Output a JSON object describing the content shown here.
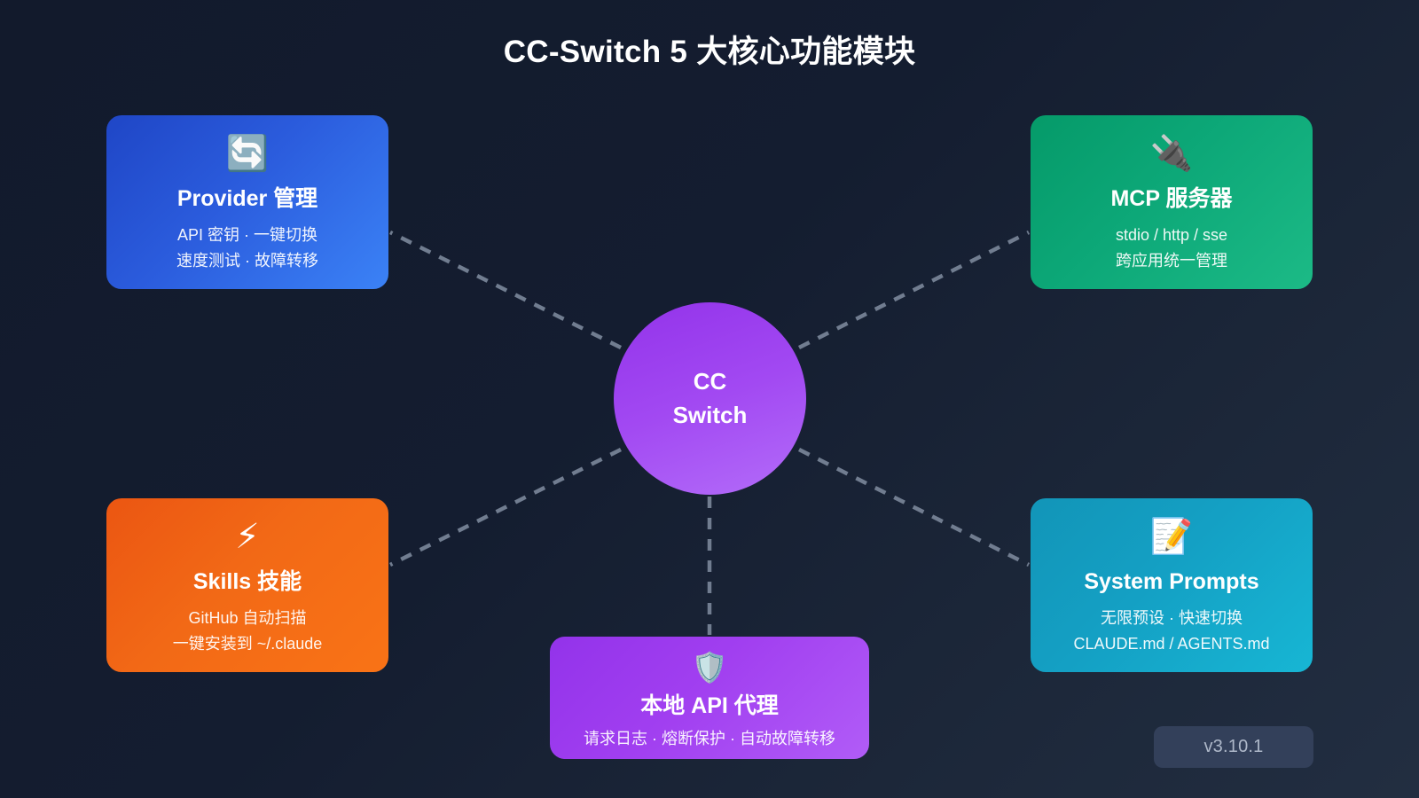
{
  "page": {
    "title": "CC-Switch 5 大核心功能模块",
    "background_color": "#131c2e",
    "connector_color": "#717d90"
  },
  "hub": {
    "line1": "CC",
    "line2": "Switch",
    "color": "#a24bf2"
  },
  "cards": [
    {
      "id": "provider",
      "icon": "🔄",
      "icon_name": "sync-refresh-icon",
      "title": "Provider 管理",
      "line1": "API 密钥 · 一键切换",
      "line2": "速度测试 · 故障转移",
      "color": "#2b5cdd"
    },
    {
      "id": "mcp",
      "icon": "🔌",
      "icon_name": "plug-icon",
      "title": "MCP 服务器",
      "line1": "stdio / http / sse",
      "line2": "跨应用统一管理",
      "color": "#0da878"
    },
    {
      "id": "skills",
      "icon": "⚡",
      "icon_name": "lightning-bolt-icon",
      "title": "Skills 技能",
      "line1": "GitHub 自动扫描",
      "line2": "一键安装到 ~/.claude",
      "color": "#f26916"
    },
    {
      "id": "prompts",
      "icon": "📝",
      "icon_name": "memo-pencil-icon",
      "title": "System Prompts",
      "line1": "无限预设 · 快速切换",
      "line2": "CLAUDE.md / AGENTS.md",
      "color": "#14a0c4"
    },
    {
      "id": "proxy",
      "icon": "🛡️",
      "icon_name": "shield-icon",
      "title": "本地 API 代理",
      "line1": "请求日志 · 熔断保护 · 自动故障转移",
      "line2": "",
      "color": "#a13ff0"
    }
  ],
  "version": {
    "label": "v3.10.1"
  }
}
